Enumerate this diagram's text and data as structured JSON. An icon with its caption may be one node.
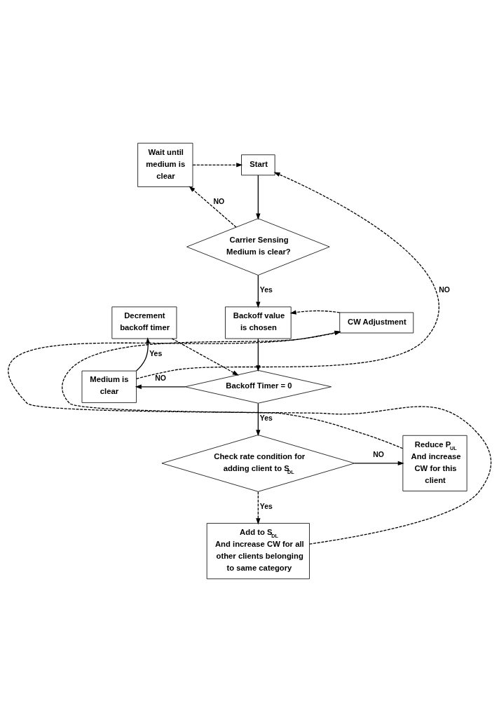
{
  "diagram": {
    "nodes": [
      {
        "text": [
          "Wait until medium is clear"
        ]
      },
      {
        "text": [
          "Start"
        ]
      },
      {
        "text": [
          "Carrier Sensing Medium is clear?"
        ]
      },
      {
        "text": [
          "Backoff value is chosen"
        ]
      },
      {
        "text": [
          "CW Adjustment"
        ]
      },
      {
        "text": [
          "Decrement backoff timer"
        ]
      },
      {
        "text": [
          "Medium is clear"
        ]
      },
      {
        "text": [
          "Backoff Timer = 0"
        ]
      },
      {
        "text": [
          "Check rate condition for adding client to S$_{DL}$"
        ]
      },
      {
        "text": [
          "Reduce P$_{UL}$",
          "And increase CW for this client"
        ]
      },
      {
        "text": [
          "Add to S$_{DL}$",
          "And increase CW for all other clients belonging to same category"
        ]
      }
    ],
    "edges": [
      {
        "from": 0,
        "to": 1,
        "arrow": "to",
        "style": "dashed"
      },
      {
        "from": 1,
        "to": 2,
        "arrow": "to"
      },
      {
        "from": 2,
        "to": 0,
        "arrow": "to",
        "label": "NO",
        "style": "dashed"
      },
      {
        "from": 2,
        "to": 3,
        "arrow": "to",
        "label": "Yes"
      },
      {
        "from": 4,
        "to": 3,
        "arrow": "to",
        "style": "dashed"
      },
      {
        "from": 3,
        "to": 7,
        "arrow": "to"
      },
      {
        "from": 5,
        "to": 7,
        "arrow": "to",
        "style": "dashed"
      },
      {
        "from": 7,
        "to": 6,
        "arrow": "to",
        "label": "NO"
      },
      {
        "from": 6,
        "to": 5,
        "arrow": "to",
        "label": "Yes"
      },
      {
        "from": 6,
        "to": 1,
        "arrow": "to",
        "label": "NO",
        "style": "dashed"
      },
      {
        "from": 7,
        "to": 8,
        "arrow": "to",
        "label": "Yes"
      },
      {
        "from": 8,
        "to": 9,
        "arrow": "to",
        "label": "NO"
      },
      {
        "from": 9,
        "to": 4,
        "arrow": "to",
        "style": "dashed"
      },
      {
        "from": 8,
        "to": 10,
        "arrow": "to",
        "label": "Yes",
        "style": "dashed"
      },
      {
        "from": 10,
        "to": 4,
        "arrow": "to",
        "style": "dashed"
      }
    ]
  }
}
